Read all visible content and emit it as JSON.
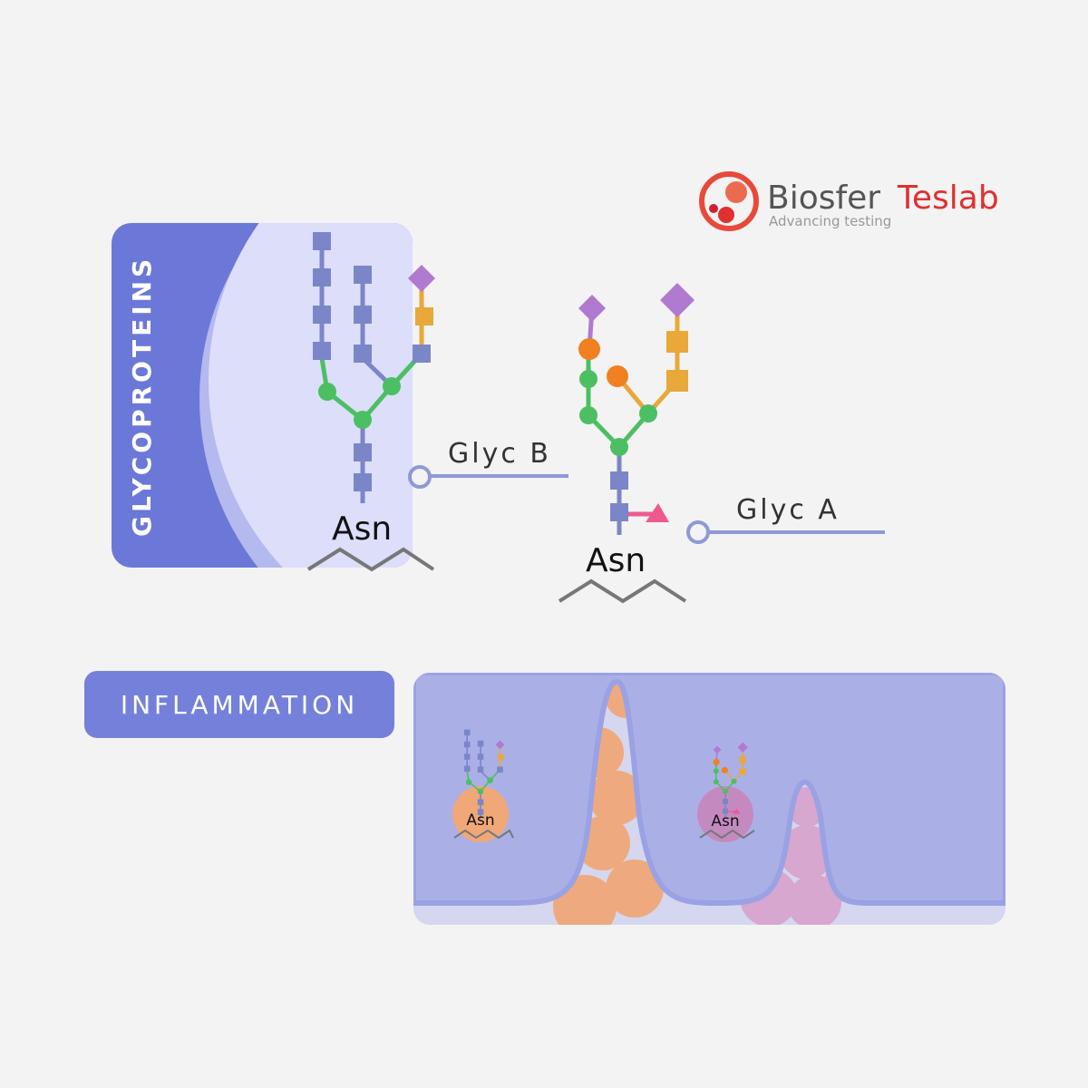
{
  "logo": {
    "brand_part1": "Biosfer",
    "brand_part2": "Teslab",
    "tagline": "Advancing testing",
    "colors": {
      "gray": "#555555",
      "red": "#e0302f"
    }
  },
  "cards": {
    "glycoproteins": "GLYCOPROTEINS",
    "inflammation": "INFLAMMATION"
  },
  "labels": {
    "glyc_b": "Glyc B",
    "glyc_a": "Glyc A",
    "asn": "Asn"
  },
  "colors": {
    "card": "#6b78d8",
    "panel": "#aab0e6",
    "n_acetyl": "#7b86c8",
    "galnac_green": "#4cbf62",
    "fucose": "#f08020",
    "galactose": "#e8a83a",
    "sialic": "#b07ad0",
    "triangle": "#ee5a90"
  }
}
